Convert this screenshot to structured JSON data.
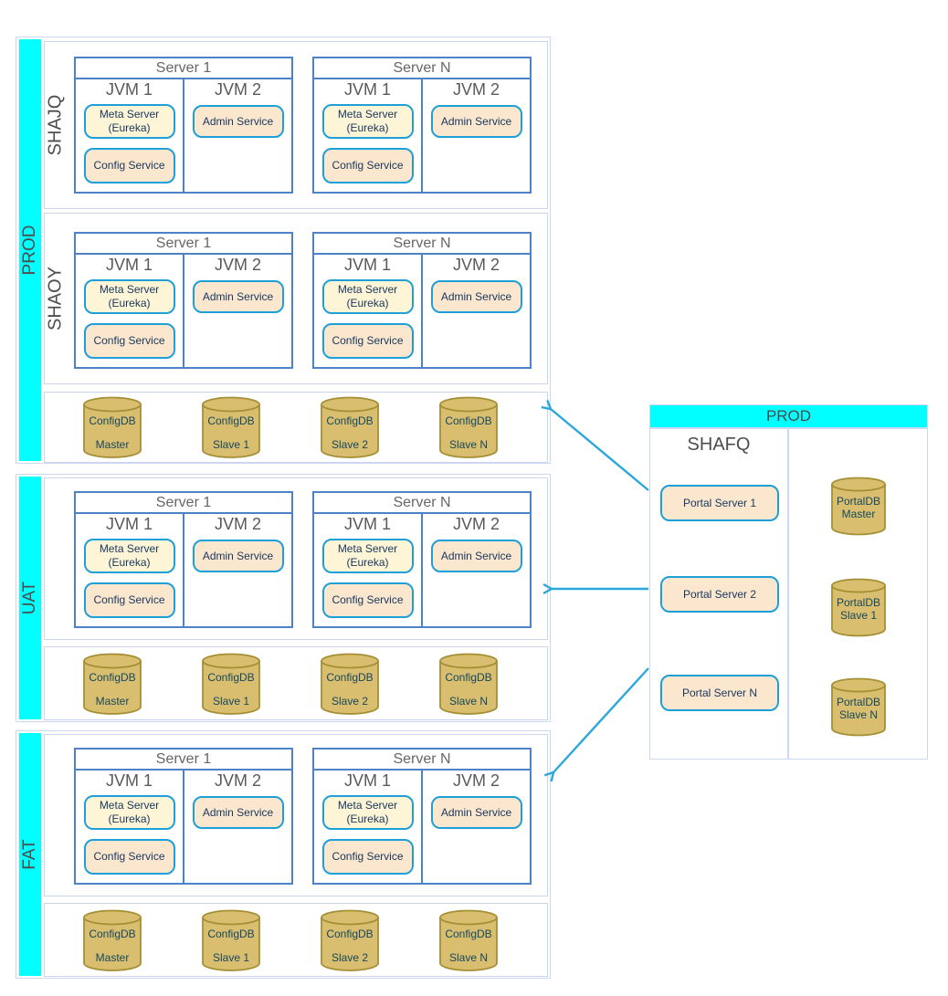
{
  "colors": {
    "accent_cyan": "#00ffff",
    "outer_border": "#ccd9f0",
    "server_border": "#4e82c8",
    "service_border": "#1f9fd8",
    "service_fill_yellow": "#fdf5d6",
    "service_fill_peach": "#fbe6ce",
    "db_fill": "#d8be6e",
    "db_border": "#a58f35",
    "arrow": "#2ba7dc",
    "text_navy": "#17375e",
    "text_gray": "#595959"
  },
  "environments": [
    {
      "label": "PROD",
      "sections": [
        {
          "label": "SHAJQ",
          "servers": [
            {
              "name": "Server 1",
              "jvms": [
                {
                  "name": "JVM 1",
                  "services": [
                    "Meta Server (Eureka)",
                    "Config Service"
                  ]
                },
                {
                  "name": "JVM 2",
                  "services": [
                    "Admin Service"
                  ]
                }
              ]
            },
            {
              "name": "Server N",
              "jvms": [
                {
                  "name": "JVM 1",
                  "services": [
                    "Meta Server (Eureka)",
                    "Config Service"
                  ]
                },
                {
                  "name": "JVM 2",
                  "services": [
                    "Admin Service"
                  ]
                }
              ]
            }
          ]
        },
        {
          "label": "SHAOY",
          "servers": [
            {
              "name": "Server 1",
              "jvms": [
                {
                  "name": "JVM 1",
                  "services": [
                    "Meta Server (Eureka)",
                    "Config Service"
                  ]
                },
                {
                  "name": "JVM 2",
                  "services": [
                    "Admin Service"
                  ]
                }
              ]
            },
            {
              "name": "Server N",
              "jvms": [
                {
                  "name": "JVM 1",
                  "services": [
                    "Meta Server (Eureka)",
                    "Config Service"
                  ]
                },
                {
                  "name": "JVM 2",
                  "services": [
                    "Admin Service"
                  ]
                }
              ]
            }
          ]
        }
      ],
      "databases": [
        [
          "ConfigDB",
          "Master"
        ],
        [
          "ConfigDB",
          "Slave 1"
        ],
        [
          "ConfigDB",
          "Slave 2"
        ],
        [
          "ConfigDB",
          "Slave N"
        ]
      ]
    },
    {
      "label": "UAT",
      "sections": [
        {
          "label": "",
          "servers": [
            {
              "name": "Server 1",
              "jvms": [
                {
                  "name": "JVM 1",
                  "services": [
                    "Meta Server (Eureka)",
                    "Config Service"
                  ]
                },
                {
                  "name": "JVM 2",
                  "services": [
                    "Admin Service"
                  ]
                }
              ]
            },
            {
              "name": "Server N",
              "jvms": [
                {
                  "name": "JVM 1",
                  "services": [
                    "Meta Server (Eureka)",
                    "Config Service"
                  ]
                },
                {
                  "name": "JVM 2",
                  "services": [
                    "Admin Service"
                  ]
                }
              ]
            }
          ]
        }
      ],
      "databases": [
        [
          "ConfigDB",
          "Master"
        ],
        [
          "ConfigDB",
          "Slave 1"
        ],
        [
          "ConfigDB",
          "Slave 2"
        ],
        [
          "ConfigDB",
          "Slave N"
        ]
      ]
    },
    {
      "label": "FAT",
      "sections": [
        {
          "label": "",
          "servers": [
            {
              "name": "Server 1",
              "jvms": [
                {
                  "name": "JVM 1",
                  "services": [
                    "Meta Server (Eureka)",
                    "Config Service"
                  ]
                },
                {
                  "name": "JVM 2",
                  "services": [
                    "Admin Service"
                  ]
                }
              ]
            },
            {
              "name": "Server N",
              "jvms": [
                {
                  "name": "JVM 1",
                  "services": [
                    "Meta Server (Eureka)",
                    "Config Service"
                  ]
                },
                {
                  "name": "JVM 2",
                  "services": [
                    "Admin Service"
                  ]
                }
              ]
            }
          ]
        }
      ],
      "databases": [
        [
          "ConfigDB",
          "Master"
        ],
        [
          "ConfigDB",
          "Slave 1"
        ],
        [
          "ConfigDB",
          "Slave 2"
        ],
        [
          "ConfigDB",
          "Slave N"
        ]
      ]
    }
  ],
  "portal": {
    "header": "PROD",
    "group_label": "SHAFQ",
    "servers": [
      "Portal Server 1",
      "Portal Server 2",
      "Portal Server N"
    ],
    "databases": [
      [
        "PortalDB",
        "Master"
      ],
      [
        "PortalDB",
        "Slave 1"
      ],
      [
        "PortalDB",
        "Slave N"
      ]
    ]
  }
}
